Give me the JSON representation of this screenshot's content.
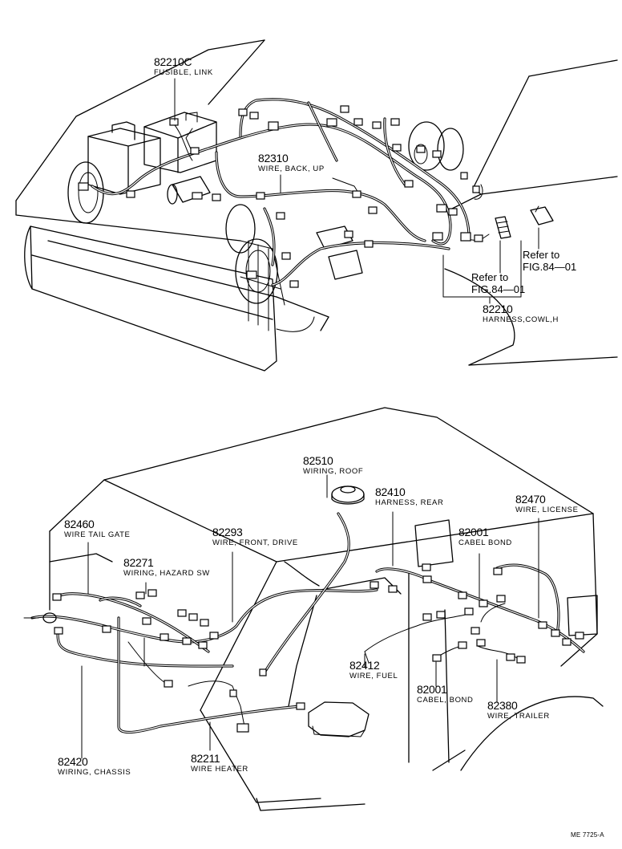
{
  "top_diagram": {
    "parts": [
      {
        "number": "82210C",
        "name": "FUSIBLE, LINK"
      },
      {
        "number": "82310",
        "name": "WIRE, BACK, UP"
      },
      {
        "number": "82210",
        "name": "HARNESS,COWL,H"
      }
    ],
    "refs": [
      {
        "line1": "Refer to",
        "line2": "FIG.84—01"
      },
      {
        "line1": "Refer to",
        "line2": "FIG.84—01"
      }
    ]
  },
  "bottom_diagram": {
    "parts": [
      {
        "number": "82510",
        "name": "WIRING, ROOF"
      },
      {
        "number": "82410",
        "name": "HARNESS, REAR"
      },
      {
        "number": "82470",
        "name": "WIRE, LICENSE"
      },
      {
        "number": "82460",
        "name": "WIRE TAIL GATE"
      },
      {
        "number": "82293",
        "name": "WIRE, FRONT, DRIVE"
      },
      {
        "number": "82001",
        "name": "CABEL BOND"
      },
      {
        "number": "82271",
        "name": "WIRING, HAZARD SW"
      },
      {
        "number": "82412",
        "name": "WIRE, FUEL"
      },
      {
        "number": "82001",
        "name": "CABEL, BOND"
      },
      {
        "number": "82380",
        "name": "WIRE, TRAILER"
      },
      {
        "number": "82420",
        "name": "WIRING, CHASSIS"
      },
      {
        "number": "82211",
        "name": "WIRE HEATER"
      }
    ]
  },
  "footer": {
    "code": "ME 7725-A"
  }
}
